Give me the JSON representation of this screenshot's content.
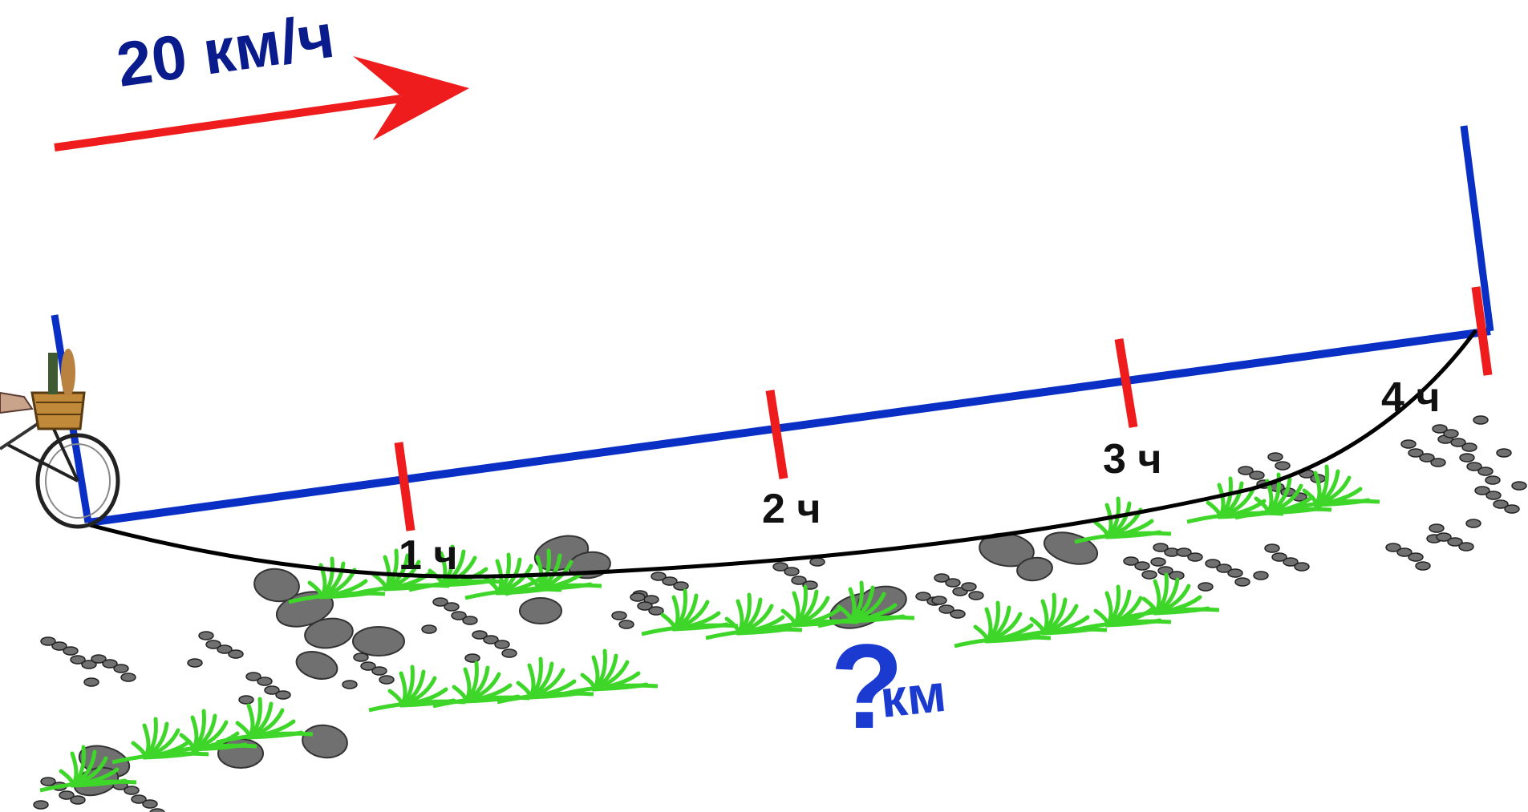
{
  "speed_label": "20 км/ч",
  "hours": [
    "1 ч",
    "2 ч",
    "3 ч",
    "4 ч"
  ],
  "question": {
    "mark": "?",
    "unit": "км"
  },
  "colors": {
    "speed_text": "#0a1b8c",
    "arrow": "#ee1c1c",
    "path_line": "#0a2fc4",
    "tick": "#ee1c1c",
    "hour_text": "#111111",
    "question_text": "#1a3ad0",
    "curve": "#000000",
    "grass": "#3fd62a",
    "stone": "#707070"
  },
  "icons": [
    "bicycle-icon",
    "grass-icon",
    "stone-icon"
  ]
}
